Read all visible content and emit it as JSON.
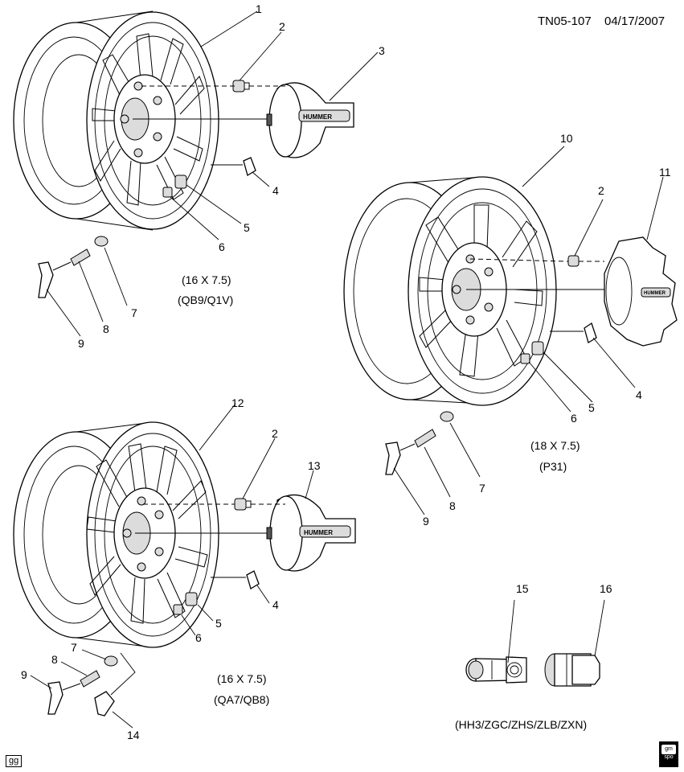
{
  "header": {
    "doc_id": "TN05-107",
    "date": "04/17/2007"
  },
  "footer": {
    "artist_tag": "gg",
    "logo_text_top": "gm",
    "logo_text_bottom": "spo"
  },
  "callouts": {
    "w1": {
      "n1": "1",
      "n2": "2",
      "n3": "3",
      "n4": "4",
      "n5": "5",
      "n6": "6",
      "n7": "7",
      "n8": "8",
      "n9": "9"
    },
    "w2": {
      "n10": "10",
      "n2": "2",
      "n11": "11",
      "n4": "4",
      "n5": "5",
      "n6": "6",
      "n7": "7",
      "n8": "8",
      "n9": "9"
    },
    "w3": {
      "n12": "12",
      "n2": "2",
      "n13": "13",
      "n4": "4",
      "n5": "5",
      "n6": "6",
      "n7": "7",
      "n8": "8",
      "n9": "9",
      "n14": "14"
    },
    "locks": {
      "n15": "15",
      "n16": "16"
    }
  },
  "captions": {
    "w1": {
      "size": "(16 X 7.5)",
      "codes": "(QB9/Q1V)"
    },
    "w2": {
      "size": "(18 X 7.5)",
      "codes": "(P31)"
    },
    "w3": {
      "size": "(16 X 7.5)",
      "codes": "(QA7/QB8)"
    },
    "locks": {
      "codes": "(HH3/ZGC/ZHS/ZLB/ZXN)"
    }
  },
  "cap_brand": "HUMMER"
}
